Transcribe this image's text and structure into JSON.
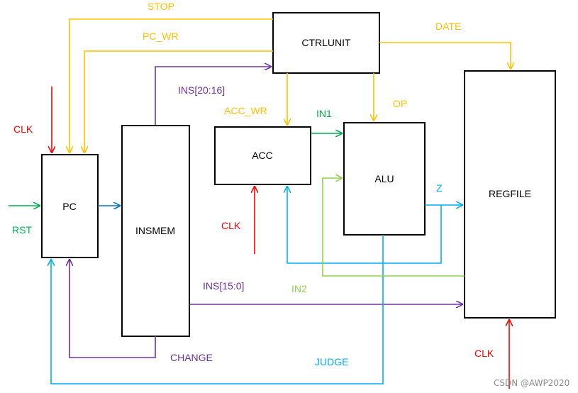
{
  "blocks": {
    "ctrlunit": "CTRLUNIT",
    "pc": "PC",
    "insmem": "INSMEM",
    "acc": "ACC",
    "alu": "ALU",
    "regfile": "REGFILE"
  },
  "signals": {
    "stop": "STOP",
    "pc_wr": "PC_WR",
    "date": "DATE",
    "ins_20_16": "INS[20:16]",
    "acc_wr": "ACC_WR",
    "in1": "IN1",
    "op": "OP",
    "clk_pc": "CLK",
    "rst": "RST",
    "clk_acc": "CLK",
    "z": "Z",
    "ins_15_0": "INS[15:0]",
    "in2": "IN2",
    "change": "CHANGE",
    "judge": "JUDGE",
    "clk_regfile": "CLK"
  },
  "watermark": "CSDN @AWP2020",
  "colors": {
    "yellow": "#FFC000",
    "purple": "#7030A0",
    "blue_dark": "#0070C0",
    "cyan": "#00B0F0",
    "green": "#00B050",
    "light_green": "#92D050",
    "red": "#FF0000",
    "black": "#000000"
  }
}
